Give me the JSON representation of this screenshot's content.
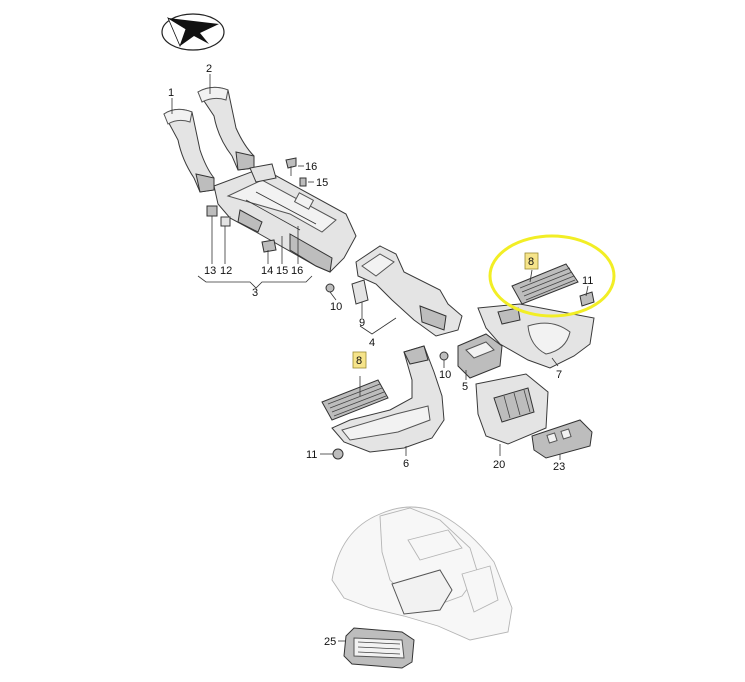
{
  "colors": {
    "highlight_ring": "#f2ee25",
    "label_highlight": "#f6e48a",
    "line": "#333333",
    "part_fill": "#e4e4e4"
  },
  "icons": {
    "orientation": "direction-arrow-icon"
  },
  "callouts": {
    "c1": "1",
    "c2": "2",
    "c3": "3",
    "c4": "4",
    "c5": "5",
    "c6": "6",
    "c7": "7",
    "c8a": "8",
    "c8b": "8",
    "c9": "9",
    "c10a": "10",
    "c10b": "10",
    "c11a": "11",
    "c11b": "11",
    "c12": "12",
    "c13": "13",
    "c14": "14",
    "c15a": "15",
    "c15b": "15",
    "c16a": "16",
    "c16b": "16",
    "c20": "20",
    "c23": "23",
    "c25": "25"
  }
}
